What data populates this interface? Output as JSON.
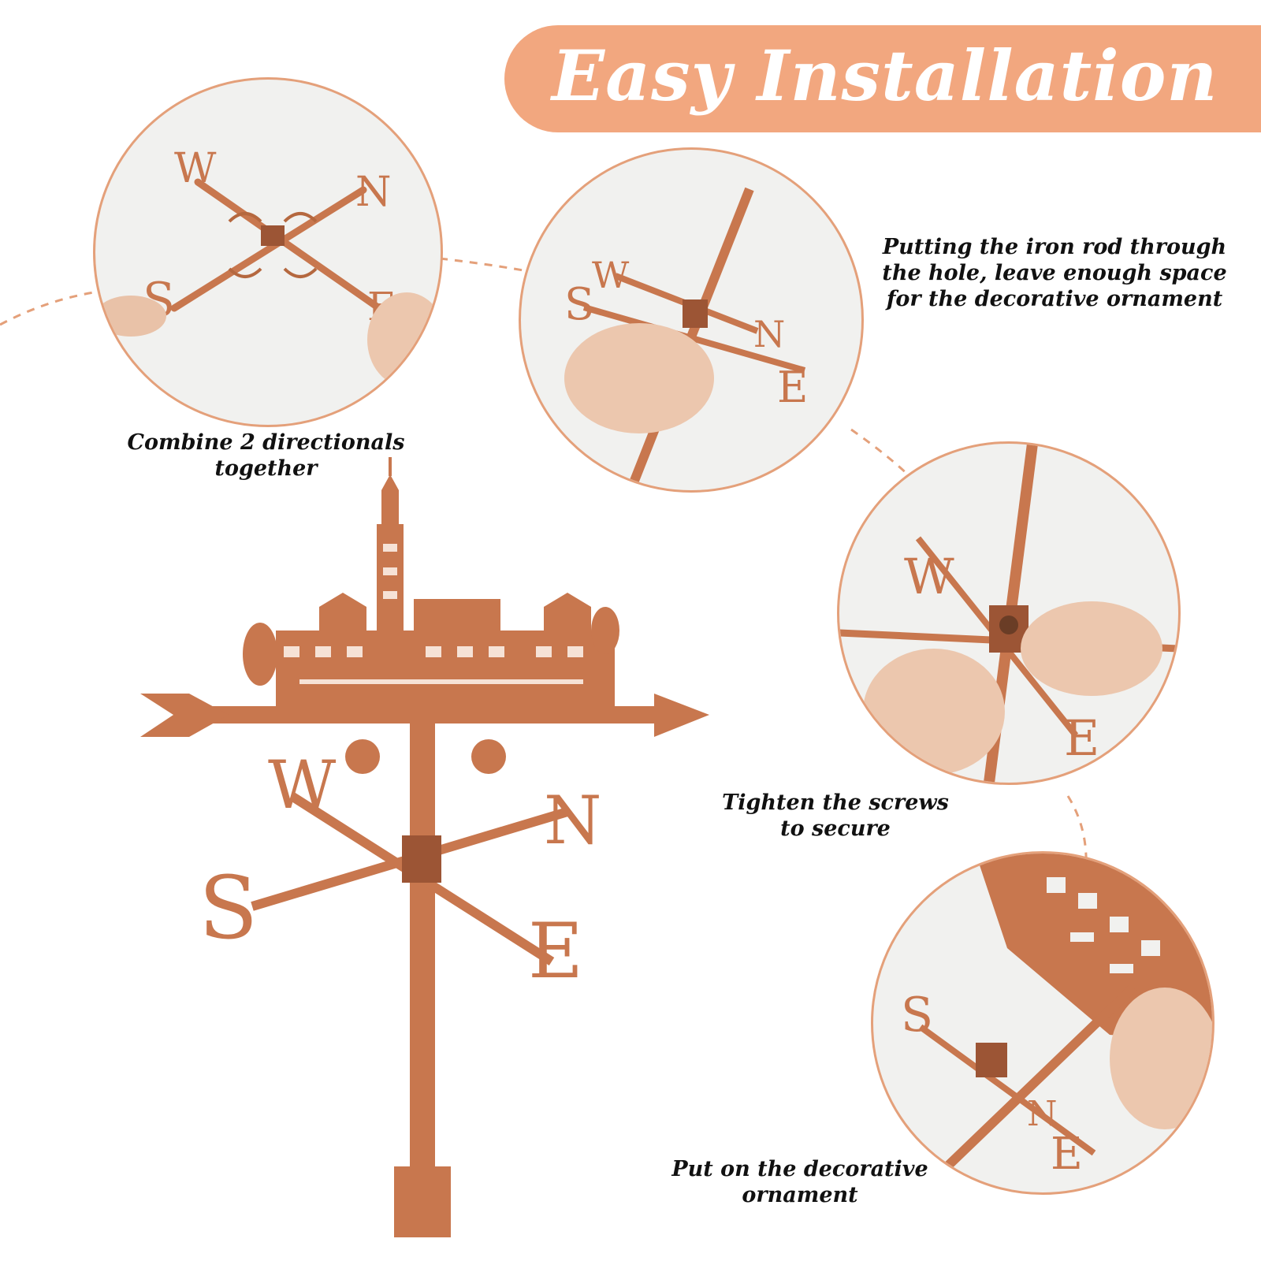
{
  "banner": {
    "title": "Easy Installation"
  },
  "steps": [
    {
      "lines": [
        "Combine 2 directionals",
        "together"
      ]
    },
    {
      "lines": [
        "Putting the iron rod through",
        "the hole,   leave enough space",
        "for the decorative ornament"
      ]
    },
    {
      "lines": [
        "Tighten the screws",
        "to secure"
      ]
    },
    {
      "lines": [
        "Put on the decorative",
        "ornament"
      ]
    }
  ],
  "compass_letters": {
    "north": "N",
    "south": "S",
    "east": "E",
    "west": "W"
  },
  "colors": {
    "accent": "#f2a77f",
    "copper": "#c8774e",
    "copper_dark": "#9c5535",
    "circle_border": "#e4a07a"
  }
}
